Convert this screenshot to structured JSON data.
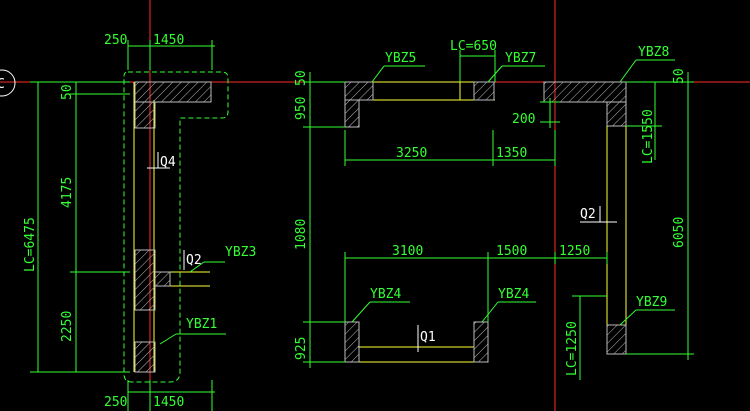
{
  "axis": {
    "bubble": "C"
  },
  "left_block": {
    "top_dims": [
      "250",
      "1450"
    ],
    "bottom_dims": [
      "250",
      "1450"
    ],
    "v_dims": [
      "50",
      "4175",
      "2250"
    ],
    "overall": "LC=6475",
    "walls": [
      "Q4",
      "Q2"
    ],
    "tags": [
      "YBZ3",
      "YBZ1"
    ]
  },
  "right_block": {
    "top_tags": [
      "YBZ5",
      "YBZ7",
      "YBZ8"
    ],
    "lc_top": "LC=650",
    "dim_200": "200",
    "row1_dims": [
      "3250",
      "1350"
    ],
    "v_left": [
      "50",
      "950",
      "1080",
      "925"
    ],
    "row2_dims": [
      "3100",
      "1500",
      "1250"
    ],
    "bottom_tags": [
      "YBZ4",
      "YBZ4",
      "YBZ9"
    ],
    "walls": [
      "Q2",
      "Q1"
    ],
    "lc_right": "LC=1550",
    "lc_bottom_right": "LC=1250",
    "right_dims": [
      "50",
      "6050"
    ]
  }
}
